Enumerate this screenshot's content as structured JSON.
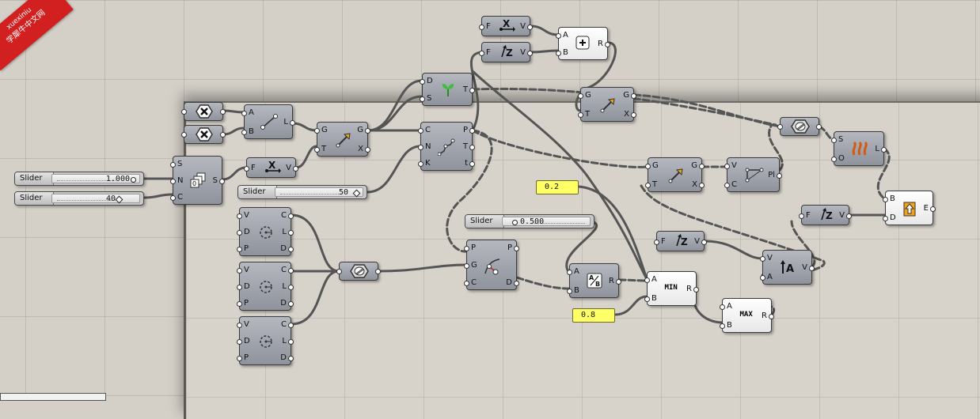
{
  "watermark": {
    "line1": "xuexiniu",
    "line2": "学犀牛中文网"
  },
  "sliders": [
    {
      "label": "Slider",
      "value": "1.000",
      "fraction": 0.95
    },
    {
      "label": "Slider",
      "value": "40",
      "fraction": 0.8
    },
    {
      "label": "Slider",
      "value": "50",
      "fraction": 0.9
    },
    {
      "label": "Slider",
      "value": "0.500",
      "fraction": 0.1
    }
  ],
  "panels": [
    {
      "value": "0.2"
    },
    {
      "value": "0.8"
    }
  ],
  "components": {
    "decompose_x": {
      "inputs": [
        "F"
      ],
      "outputs": [
        "V"
      ]
    },
    "decompose_z": {
      "inputs": [
        "F"
      ],
      "outputs": [
        "V"
      ]
    },
    "addition": {
      "inputs": [
        "A",
        "B"
      ],
      "outputs": [
        "R"
      ]
    },
    "grow": {
      "inputs": [
        "D",
        "S"
      ],
      "outputs": [
        "T"
      ]
    },
    "move_top": {
      "inputs": [
        "G",
        "T"
      ],
      "outputs": [
        "G",
        "X"
      ]
    },
    "cross_a": {
      "inputs": [],
      "outputs": []
    },
    "cross_b": {
      "inputs": [],
      "outputs": []
    },
    "line": {
      "inputs": [
        "A",
        "B"
      ],
      "outputs": [
        "L"
      ]
    },
    "move_left": {
      "inputs": [
        "G",
        "T"
      ],
      "outputs": [
        "G",
        "X"
      ]
    },
    "curve_nt": {
      "inputs": [
        "C",
        "N",
        "K"
      ],
      "outputs": [
        "P",
        "T",
        "t"
      ]
    },
    "series": {
      "inputs": [
        "S",
        "N",
        "C"
      ],
      "outputs": [
        "S"
      ]
    },
    "unit_x": {
      "inputs": [
        "F"
      ],
      "outputs": [
        "V"
      ]
    },
    "move_mid": {
      "inputs": [
        "G",
        "T"
      ],
      "outputs": [
        "G",
        "X"
      ]
    },
    "plane": {
      "inputs": [
        "V",
        "C"
      ],
      "outputs": [
        "Pl"
      ]
    },
    "hexnut_right": {
      "inputs": [],
      "outputs": []
    },
    "loft": {
      "inputs": [
        "S",
        "O"
      ],
      "outputs": [
        "L"
      ]
    },
    "unit_z_right": {
      "inputs": [
        "F"
      ],
      "outputs": [
        "V"
      ]
    },
    "extrude": {
      "inputs": [
        "B",
        "D"
      ],
      "outputs": [
        "E"
      ]
    },
    "circle_1": {
      "inputs": [
        "V",
        "D",
        "P"
      ],
      "outputs": [
        "C",
        "L",
        "D"
      ]
    },
    "circle_2": {
      "inputs": [
        "V",
        "D",
        "P"
      ],
      "outputs": [
        "C",
        "L",
        "D"
      ]
    },
    "circle_3": {
      "inputs": [
        "V",
        "D",
        "P"
      ],
      "outputs": [
        "C",
        "L",
        "D"
      ]
    },
    "hexnut_mid": {
      "inputs": [],
      "outputs": []
    },
    "curve_closest": {
      "inputs": [
        "P",
        "G",
        "C"
      ],
      "outputs": [
        "P",
        "D"
      ]
    },
    "division": {
      "inputs": [
        "A",
        "B"
      ],
      "outputs": [
        "R"
      ]
    },
    "min": {
      "inputs": [
        "A",
        "B"
      ],
      "outputs": [
        "R"
      ],
      "label": "MIN"
    },
    "max": {
      "inputs": [
        "A",
        "B"
      ],
      "outputs": [
        "R"
      ],
      "label": "MAX"
    },
    "unit_z_mid": {
      "inputs": [
        "F"
      ],
      "outputs": [
        "V"
      ]
    },
    "amplitude": {
      "inputs": [
        "V",
        "A"
      ],
      "outputs": [
        "V"
      ]
    }
  },
  "colors": {
    "canvas": "#d4d0c8",
    "component": "#9a9ea6",
    "panel": "#ffff66",
    "wire": "#555555",
    "watermark": "#d21f1f"
  }
}
